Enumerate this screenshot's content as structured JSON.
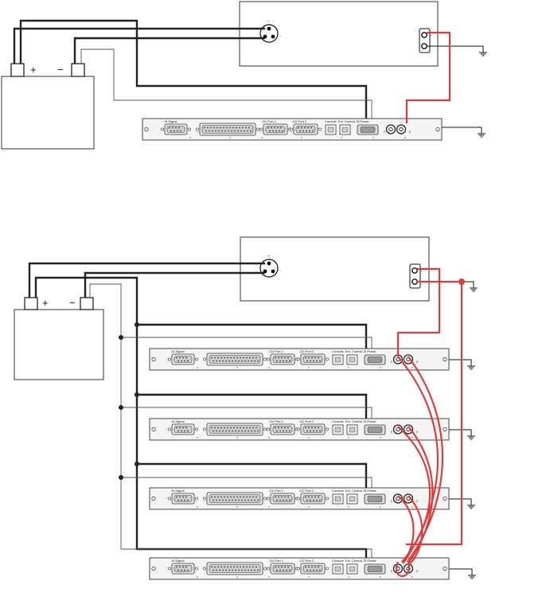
{
  "diagrams": [
    {
      "battery": {
        "plus": "+",
        "minus": "−"
      },
      "units": 1
    },
    {
      "battery": {
        "plus": "+",
        "minus": "−"
      },
      "units": 4
    }
  ],
  "panel_labels": {
    "port1": "J4 Signal",
    "port3": "J11 Port 1",
    "port4": "J12 Port 2",
    "rj1": "Console",
    "rj2": "Ext. Control",
    "serial": "J3 Power"
  },
  "colors": {
    "ground_wire": "#e03c3c",
    "power_wire": "#222222",
    "thin_wire": "#555555"
  }
}
